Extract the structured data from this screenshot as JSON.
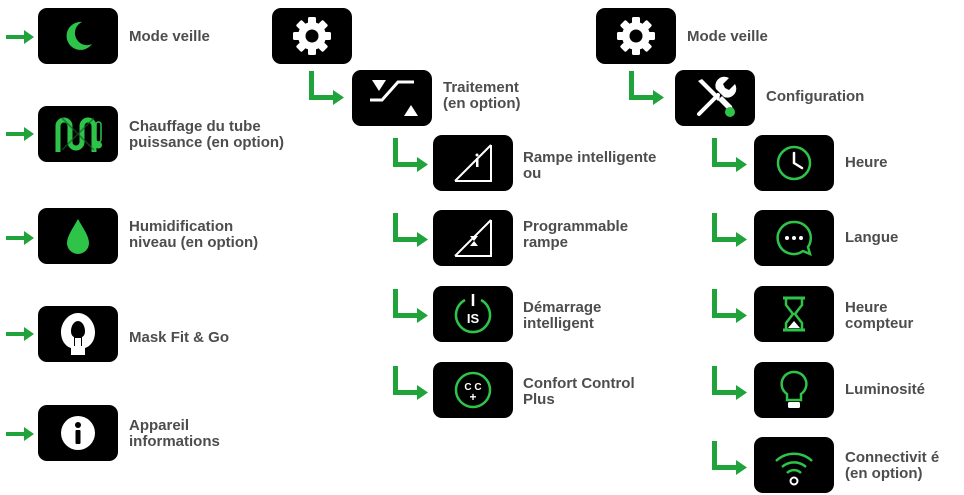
{
  "colors": {
    "accent": "#1fa33a",
    "tile": "#000000",
    "text": "#4d4d4d",
    "icon_green": "#2ec44a"
  },
  "left_column": [
    {
      "label": "Mode veille",
      "icon": "moon-icon"
    },
    {
      "label": "Chauffage du tube\npuissance (en option)",
      "icon": "heated-tube-icon"
    },
    {
      "label": "Humidification\nniveau (en option)",
      "icon": "water-drop-icon"
    },
    {
      "label": "Mask Fit & Go",
      "icon": "mask-icon"
    },
    {
      "label": "Appareil\ninformations",
      "icon": "info-icon"
    }
  ],
  "middle_column": {
    "root_icon": "gear-icon",
    "parent": {
      "label": "Traitement\n(en option)",
      "icon": "therapy-icon"
    },
    "children": [
      {
        "label": "Rampe intelligente\nou",
        "icon": "smart-ramp-icon"
      },
      {
        "label": "Programmable\nrampe",
        "icon": "programmable-ramp-icon"
      },
      {
        "label": "Démarrage\nintelligent",
        "icon": "smart-start-icon"
      },
      {
        "label": "Confort Control\nPlus",
        "icon": "comfort-control-icon"
      }
    ]
  },
  "right_column": {
    "root": {
      "label": "Mode veille",
      "icon": "gear-icon"
    },
    "parent": {
      "label": "Configuration",
      "icon": "tools-icon"
    },
    "children": [
      {
        "label": "Heure",
        "icon": "clock-icon"
      },
      {
        "label": "Langue",
        "icon": "speech-bubble-icon"
      },
      {
        "label": "Heure\ncompteur",
        "icon": "hourglass-icon"
      },
      {
        "label": "Luminosité",
        "icon": "light-bulb-icon"
      },
      {
        "label": "Connectivit é\n(en option)",
        "icon": "wifi-icon"
      }
    ]
  }
}
